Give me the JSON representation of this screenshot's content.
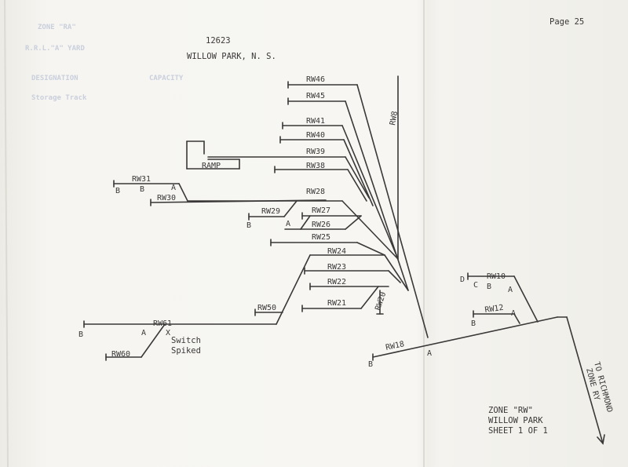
{
  "page": {
    "number_label": "Page 25"
  },
  "header": {
    "code": "12623",
    "title": "WILLOW PARK, N. S."
  },
  "zone_box": {
    "line1": "ZONE \"RW\"",
    "line2": "WILLOW PARK",
    "line3": "SHEET 1 OF 1"
  },
  "direction": {
    "line1": "TO RICHMOND",
    "line2": "ZONE RY"
  },
  "note": {
    "line1": "Switch",
    "line2": "Spiked",
    "mark": "X"
  },
  "tracks": {
    "rw46": "RW46",
    "rw45": "RW45",
    "rw8": "RW8",
    "rw41": "RW41",
    "rw40": "RW40",
    "rw39": "RW39",
    "rw38": "RW38",
    "ramp": "RAMP",
    "rw31": "RW31",
    "rw30": "RW30",
    "rw28": "RW28",
    "rw29": "RW29",
    "rw27": "RW27",
    "rw26": "RW26",
    "rw25": "RW25",
    "rw24": "RW24",
    "rw23": "RW23",
    "rw22": "RW22",
    "rw21": "RW21",
    "rw20": "RW20",
    "rw50": "RW50",
    "rw61": "RW61",
    "rw60": "RW60",
    "rw18": "RW18",
    "rw10": "RW10",
    "rw12": "RW12"
  },
  "letters": {
    "a": "A",
    "b": "B",
    "c": "C",
    "d": "D"
  },
  "bleed_through": [
    "ZONE \"RA\"",
    "R.R.L.\"A\" YARD",
    "DESIGNATION",
    "CAPACITY",
    "Storage Track"
  ]
}
